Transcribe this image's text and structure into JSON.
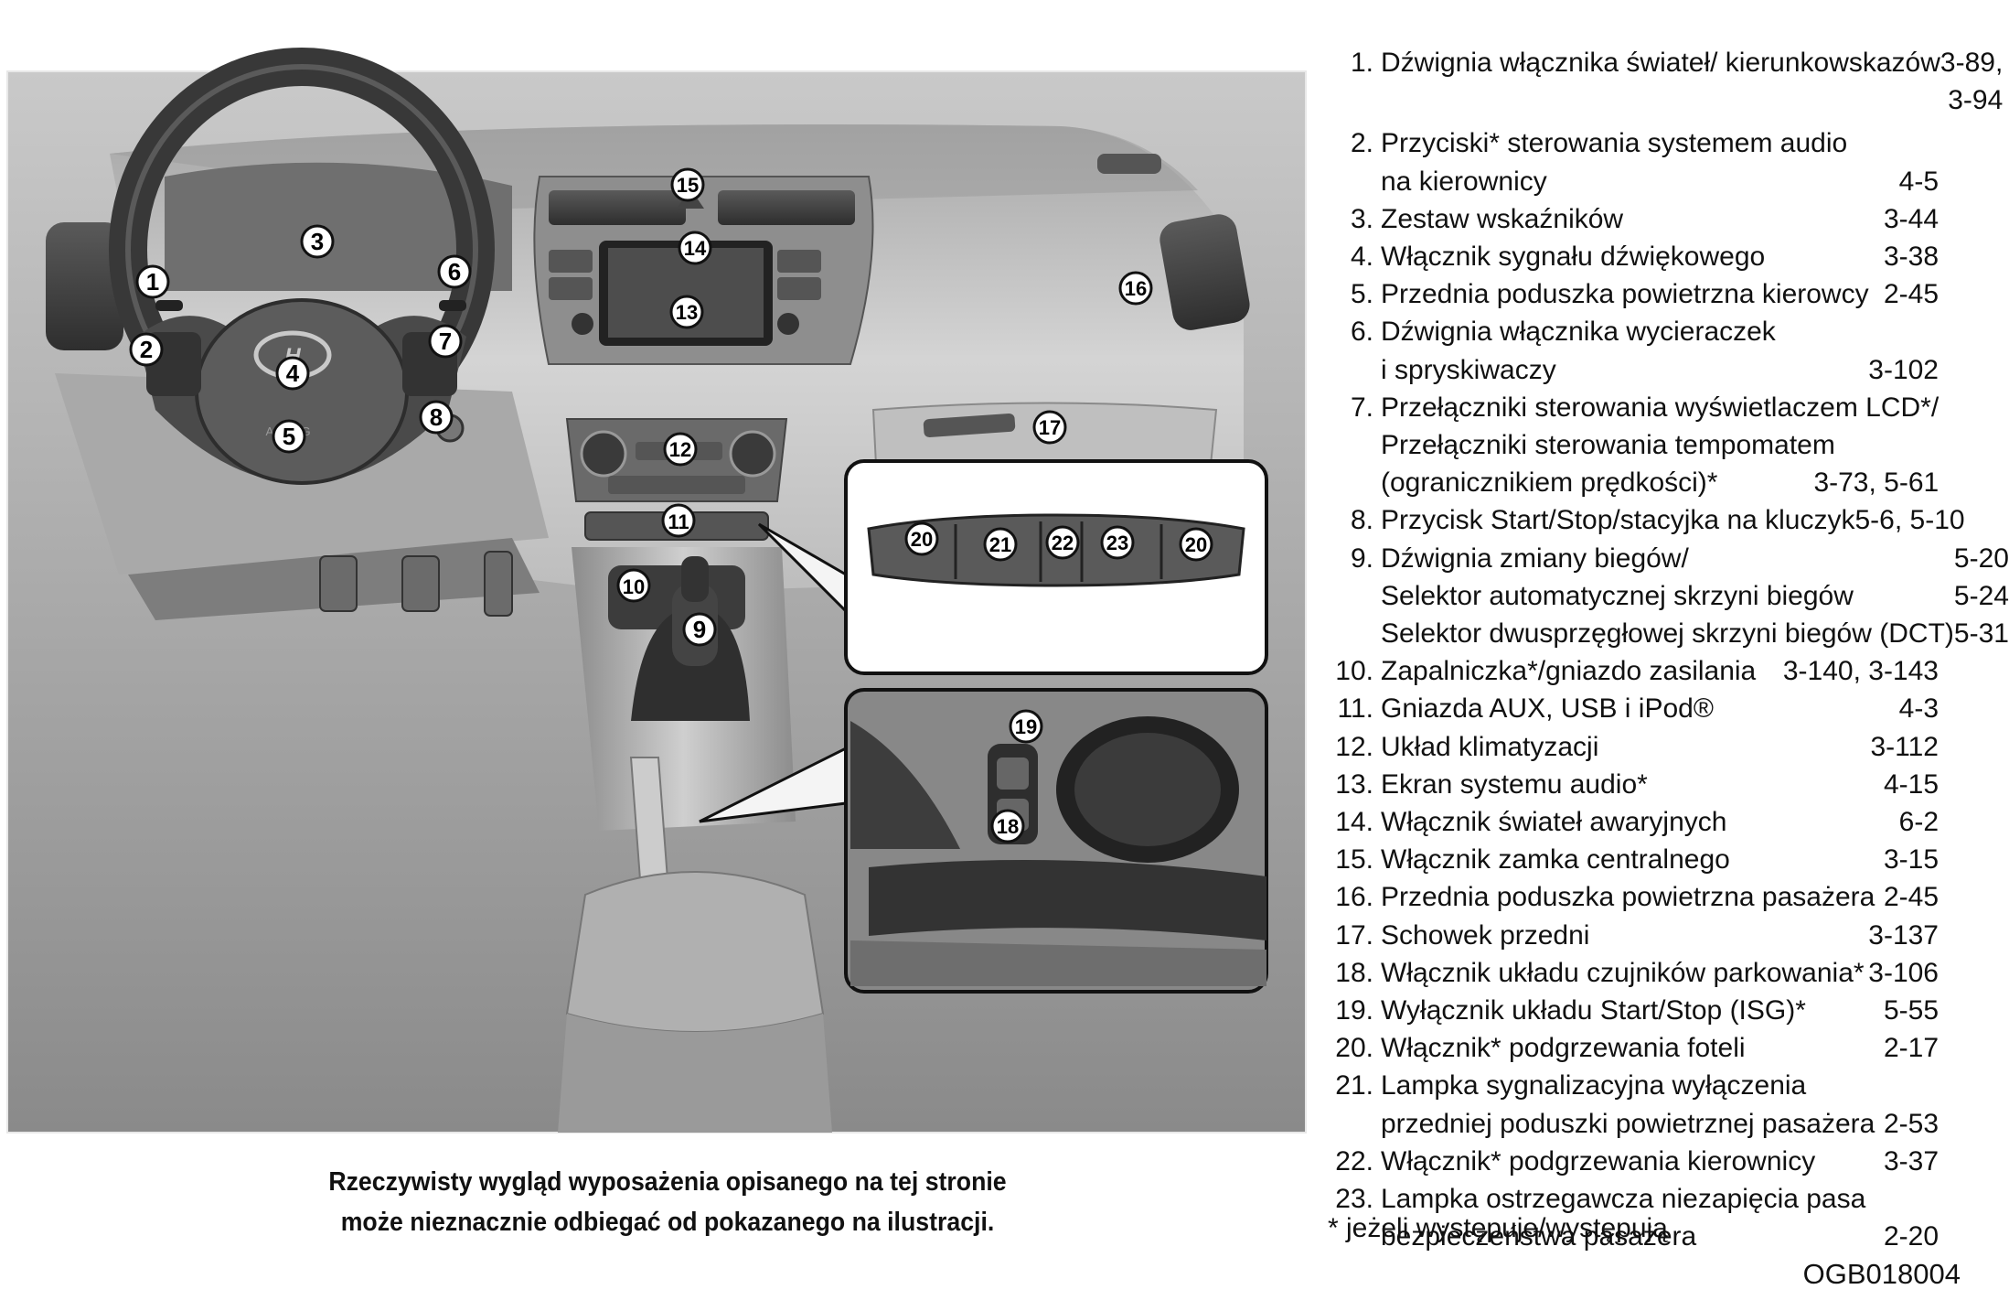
{
  "figure": {
    "callouts": [
      "1",
      "2",
      "3",
      "4",
      "5",
      "6",
      "7",
      "8",
      "9",
      "10",
      "11",
      "12",
      "13",
      "14",
      "15",
      "16",
      "17",
      "18",
      "19",
      "20",
      "21",
      "22",
      "23"
    ],
    "logo_text": "AIRBAG"
  },
  "caption": {
    "line1": "Rzeczywisty wygląd wyposażenia opisanego na tej stronie",
    "line2": "może nieznacznie odbiegać od pokazanego na ilustracji."
  },
  "legend": [
    {
      "num": "1.",
      "lines": [
        {
          "text": "Dźwignia włącznika świateł/ kierunkowskazów",
          "page": "3-89,"
        },
        {
          "text": "",
          "page": "3-94"
        }
      ]
    },
    {
      "num": "2.",
      "lines": [
        {
          "text": "Przyciski* sterowania systemem audio",
          "page": ""
        },
        {
          "text": "na kierownicy",
          "page": "4-5"
        }
      ]
    },
    {
      "num": "3.",
      "lines": [
        {
          "text": "Zestaw wskaźników",
          "page": "3-44"
        }
      ]
    },
    {
      "num": "4.",
      "lines": [
        {
          "text": "Włącznik sygnału dźwiękowego",
          "page": "3-38"
        }
      ]
    },
    {
      "num": "5.",
      "lines": [
        {
          "text": "Przednia poduszka powietrzna kierowcy",
          "page": "2-45"
        }
      ]
    },
    {
      "num": "6.",
      "lines": [
        {
          "text": "Dźwignia włącznika wycieraczek",
          "page": ""
        },
        {
          "text": "i spryskiwaczy",
          "page": "3-102"
        }
      ]
    },
    {
      "num": "7.",
      "lines": [
        {
          "text": "Przełączniki sterowania wyświetlaczem LCD*/",
          "page": ""
        },
        {
          "text": "Przełączniki sterowania tempomatem",
          "page": ""
        },
        {
          "text": "(ogranicznikiem prędkości)*",
          "page": "3-73, 5-61"
        }
      ]
    },
    {
      "num": "8.",
      "lines": [
        {
          "text": "Przycisk Start/Stop/stacyjka  na kluczyk",
          "page": "5-6, 5-10"
        }
      ]
    },
    {
      "num": "9.",
      "lines": [
        {
          "text": "Dźwignia zmiany biegów/",
          "page": "5-20"
        },
        {
          "text": "Selektor automatycznej skrzyni biegów",
          "page": "5-24"
        },
        {
          "text": "Selektor dwusprzęgłowej skrzyni biegów (DCT)",
          "page": "5-31"
        }
      ]
    },
    {
      "num": "10.",
      "lines": [
        {
          "text": "Zapalniczka*/gniazdo zasilania",
          "page": "3-140, 3-143"
        }
      ]
    },
    {
      "num": "11.",
      "lines": [
        {
          "text": "Gniazda AUX, USB i iPod®",
          "page": "4-3"
        }
      ]
    },
    {
      "num": "12.",
      "lines": [
        {
          "text": "Układ klimatyzacji",
          "page": "3-112"
        }
      ]
    },
    {
      "num": "13.",
      "lines": [
        {
          "text": "Ekran systemu audio*",
          "page": "4-15"
        }
      ]
    },
    {
      "num": "14.",
      "lines": [
        {
          "text": "Włącznik świateł awaryjnych",
          "page": "6-2"
        }
      ]
    },
    {
      "num": "15.",
      "lines": [
        {
          "text": "Włącznik zamka centralnego",
          "page": "3-15"
        }
      ]
    },
    {
      "num": "16.",
      "lines": [
        {
          "text": "Przednia poduszka powietrzna pasażera",
          "page": "2-45"
        }
      ]
    },
    {
      "num": "17.",
      "lines": [
        {
          "text": "Schowek przedni",
          "page": "3-137"
        }
      ]
    },
    {
      "num": "18.",
      "lines": [
        {
          "text": "Włącznik układu czujników parkowania*",
          "page": "3-106"
        }
      ]
    },
    {
      "num": "19.",
      "lines": [
        {
          "text": "Wyłącznik układu Start/Stop (ISG)*",
          "page": "5-55"
        }
      ]
    },
    {
      "num": "20.",
      "lines": [
        {
          "text": "Włącznik* podgrzewania foteli",
          "page": "2-17"
        }
      ]
    },
    {
      "num": "21.",
      "lines": [
        {
          "text": "Lampka sygnalizacyjna wyłączenia",
          "page": ""
        },
        {
          "text": "przedniej poduszki powietrznej pasażera",
          "page": "2-53"
        }
      ]
    },
    {
      "num": "22.",
      "lines": [
        {
          "text": "Włącznik* podgrzewania kierownicy",
          "page": "3-37"
        }
      ]
    },
    {
      "num": "23.",
      "lines": [
        {
          "text": "Lampka ostrzegawcza niezapięcia pasa",
          "page": ""
        },
        {
          "text": "bezpieczeństwa pasażera",
          "page": "2-20"
        }
      ]
    }
  ],
  "footnote": "* jeżeli występuje/występują",
  "code": "OGB018004"
}
